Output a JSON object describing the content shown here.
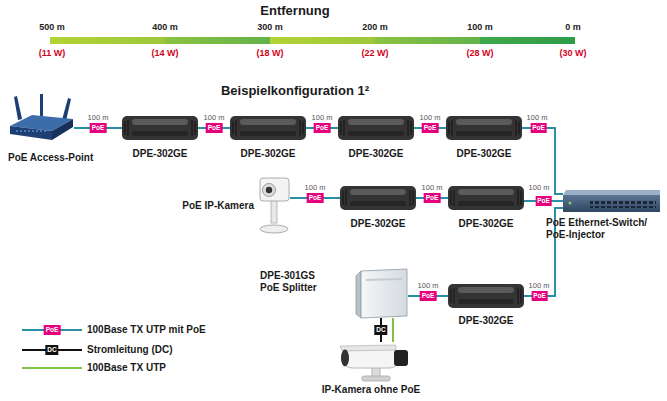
{
  "diagram": {
    "title": "Entfernung",
    "nodes": [
      {
        "text": [
          "PoE Access-Point"
        ]
      },
      {
        "text": [
          "DPE-302GE"
        ]
      },
      {
        "text": [
          "DPE-302GE"
        ]
      },
      {
        "text": [
          "DPE-302GE"
        ]
      },
      {
        "text": [
          "DPE-302GE"
        ]
      },
      {
        "text": [
          "PoE IP-Kamera"
        ]
      },
      {
        "text": [
          "DPE-302GE"
        ]
      },
      {
        "text": [
          "DPE-302GE"
        ]
      },
      {
        "text": [
          "DPE-301GS PoE Splitter"
        ]
      },
      {
        "text": [
          "DPE-302GE"
        ]
      },
      {
        "text": [
          "PoE Ethernet-Switch/ PoE-Injector"
        ]
      },
      {
        "text": [
          "IP-Kamera ohne PoE"
        ]
      }
    ],
    "edges": [
      {
        "from": 0,
        "to": 1,
        "label": "PoE",
        "arrow": "none"
      },
      {
        "from": 1,
        "to": 2,
        "label": "PoE",
        "arrow": "none"
      },
      {
        "from": 2,
        "to": 3,
        "label": "PoE",
        "arrow": "none"
      },
      {
        "from": 3,
        "to": 4,
        "label": "PoE",
        "arrow": "none"
      },
      {
        "from": 4,
        "to": 10,
        "label": "PoE",
        "arrow": "none"
      },
      {
        "from": 5,
        "to": 6,
        "label": "PoE",
        "arrow": "none"
      },
      {
        "from": 6,
        "to": 7,
        "label": "PoE",
        "arrow": "none"
      },
      {
        "from": 7,
        "to": 10,
        "label": "PoE",
        "arrow": "none"
      },
      {
        "from": 8,
        "to": 9,
        "label": "PoE",
        "arrow": "none"
      },
      {
        "from": 9,
        "to": 10,
        "label": "PoE",
        "arrow": "none"
      },
      {
        "from": 8,
        "to": 11,
        "label": "DC",
        "arrow": "none"
      },
      {
        "from": 8,
        "to": 11,
        "arrow": "none"
      }
    ],
    "labels": [
      "Beispielkonfiguration 1²",
      "500 m",
      "400 m",
      "300 m",
      "200 m",
      "100 m",
      "0 m",
      "(11 W)",
      "(14 W)",
      "(18 W)",
      "(22 W)",
      "(28 W)",
      "(30 W)",
      "100 m",
      "100 m",
      "100 m",
      "100 m",
      "100 m",
      "100 m",
      "100 m",
      "100 m",
      "100 m",
      "100 m",
      "PoE",
      "DC"
    ],
    "legend": [
      {
        "text": "100Base TX UTP mit PoE"
      },
      {
        "text": "Stromleitung (DC)"
      },
      {
        "text": "100Base TX UTP"
      }
    ]
  }
}
